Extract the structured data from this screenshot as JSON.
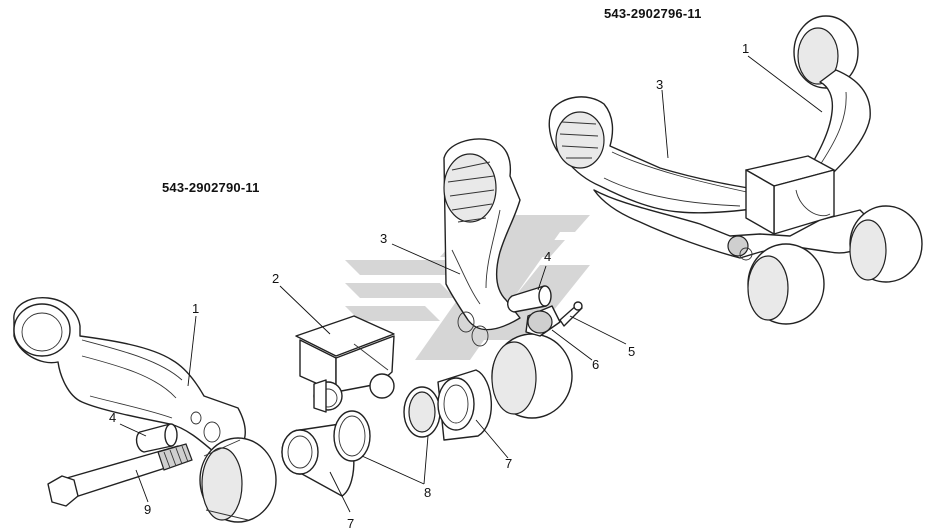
{
  "assemblies": {
    "left_code": "543-2902790-11",
    "right_code": "543-2902796-11"
  },
  "callouts": [
    {
      "id": "c1-left",
      "text": "1"
    },
    {
      "id": "c2",
      "text": "2"
    },
    {
      "id": "c3-left",
      "text": "3"
    },
    {
      "id": "c4-left",
      "text": "4"
    },
    {
      "id": "c4-mid",
      "text": "4"
    },
    {
      "id": "c5",
      "text": "5"
    },
    {
      "id": "c6",
      "text": "6"
    },
    {
      "id": "c7-left",
      "text": "7"
    },
    {
      "id": "c7-right",
      "text": "7"
    },
    {
      "id": "c8",
      "text": "8"
    },
    {
      "id": "c9",
      "text": "9"
    },
    {
      "id": "c1-right",
      "text": "1"
    },
    {
      "id": "c3-right",
      "text": "3"
    }
  ],
  "colors": {
    "watermark": "#c9c9c9",
    "line": "#222222"
  }
}
